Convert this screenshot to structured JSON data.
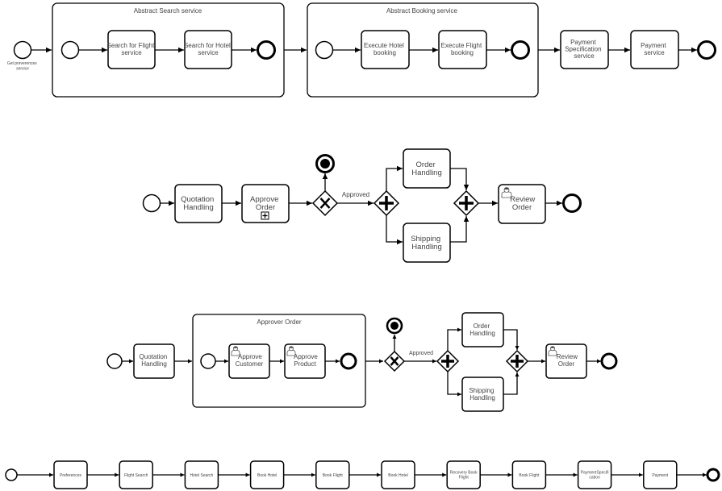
{
  "diagram_1": {
    "start_event_label": [
      "Get preverences",
      "service"
    ],
    "pool_search": {
      "title": "Abstract Search service",
      "tasks": [
        [
          "Search for Flight",
          "service"
        ],
        [
          "Search for Hotel",
          "service"
        ]
      ]
    },
    "pool_booking": {
      "title": "Abstract Booking service",
      "tasks": [
        [
          "Execute Hotel",
          "booking"
        ],
        [
          "Execute Flight",
          "booking"
        ]
      ]
    },
    "tasks": [
      [
        "Payment",
        "Specification",
        "service"
      ],
      [
        "Payment",
        "service"
      ]
    ]
  },
  "diagram_2": {
    "tasks": {
      "quotation": [
        "Quotation",
        "Handling"
      ],
      "approve": [
        "Approve",
        "Order"
      ],
      "order": [
        "Order",
        "Handling"
      ],
      "shipping": [
        "Shipping",
        "Handling"
      ],
      "review": [
        "Review",
        "Order"
      ]
    },
    "flow_label": "Approved"
  },
  "diagram_3": {
    "subprocess_title": "Approver Order",
    "tasks": {
      "quotation": [
        "Quotation",
        "Handling"
      ],
      "approve_customer": [
        "Approve",
        "Customer"
      ],
      "approve_product": [
        "Approve",
        "Product"
      ],
      "order": [
        "Order",
        "Handling"
      ],
      "shipping": [
        "Shipping",
        "Handling"
      ],
      "review": [
        "Review",
        "Order"
      ]
    },
    "flow_label": "Approved"
  },
  "diagram_4": {
    "tasks": [
      [
        "Preferences"
      ],
      [
        "Flight Search"
      ],
      [
        "Hotel Search"
      ],
      [
        "Book Hotel"
      ],
      [
        "Book Flight"
      ],
      [
        "Book Hotel"
      ],
      [
        "Recovery Book",
        "Flight"
      ],
      [
        "Book Flight"
      ],
      [
        "PaymentSpecifi",
        "cation"
      ],
      [
        "Payment"
      ]
    ]
  }
}
